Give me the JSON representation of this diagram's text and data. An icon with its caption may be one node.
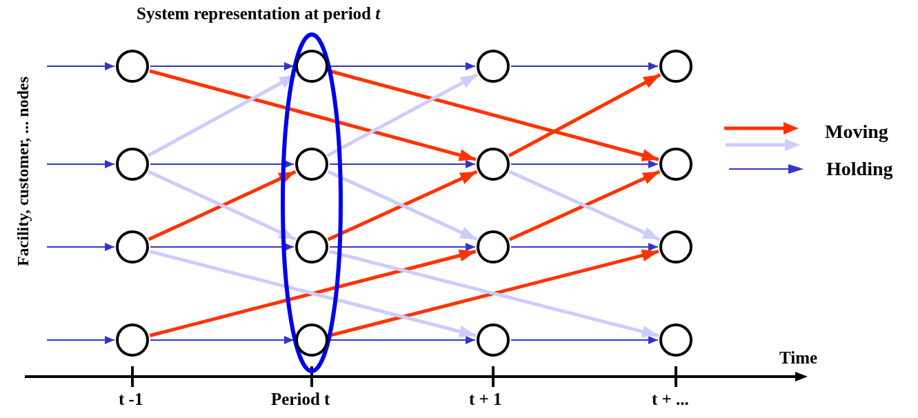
{
  "diagram": {
    "nodes": [
      {
        "text": [
          "System representation at period *t*"
        ]
      },
      {
        "text": [],
        "shape": "circle"
      },
      {
        "text": [],
        "shape": "circle"
      },
      {
        "text": [],
        "shape": "circle"
      },
      {
        "text": [],
        "shape": "circle"
      },
      {
        "text": [],
        "shape": "circle",
        "in": 0
      },
      {
        "text": [],
        "shape": "circle",
        "in": 0
      },
      {
        "text": [],
        "shape": "circle",
        "in": 0
      },
      {
        "text": [],
        "shape": "circle",
        "in": 0
      },
      {
        "text": [],
        "shape": "circle"
      },
      {
        "text": [],
        "shape": "circle"
      },
      {
        "text": [],
        "shape": "circle"
      },
      {
        "text": [],
        "shape": "circle"
      },
      {
        "text": [],
        "shape": "circle"
      },
      {
        "text": [],
        "shape": "circle"
      },
      {
        "text": [],
        "shape": "circle"
      },
      {
        "text": [],
        "shape": "circle"
      }
    ],
    "edges": [
      {
        "from": null,
        "to": 1,
        "arrow": "to"
      },
      {
        "from": null,
        "to": 2,
        "arrow": "to"
      },
      {
        "from": null,
        "to": 3,
        "arrow": "to"
      },
      {
        "from": null,
        "to": 4,
        "arrow": "to"
      },
      {
        "from": 1,
        "to": 5,
        "arrow": "to"
      },
      {
        "from": 2,
        "to": 6,
        "arrow": "to"
      },
      {
        "from": 3,
        "to": 7,
        "arrow": "to"
      },
      {
        "from": 4,
        "to": 8,
        "arrow": "to"
      },
      {
        "from": 5,
        "to": 9,
        "arrow": "to"
      },
      {
        "from": 6,
        "to": 10,
        "arrow": "to"
      },
      {
        "from": 7,
        "to": 11,
        "arrow": "to"
      },
      {
        "from": 8,
        "to": 12,
        "arrow": "to"
      },
      {
        "from": 9,
        "to": 13,
        "arrow": "to"
      },
      {
        "from": 10,
        "to": 14,
        "arrow": "to"
      },
      {
        "from": 11,
        "to": 15,
        "arrow": "to"
      },
      {
        "from": 12,
        "to": 16,
        "arrow": "to"
      },
      {
        "from": 1,
        "to": 10,
        "arrow": "to",
        "style": "thick",
        "color": "#ff3300"
      },
      {
        "from": 3,
        "to": 6,
        "arrow": "to",
        "style": "thick",
        "color": "#ff3300"
      },
      {
        "from": 4,
        "to": 11,
        "arrow": "to",
        "style": "thick",
        "color": "#ff3300"
      },
      {
        "from": 5,
        "to": 14,
        "arrow": "to",
        "style": "thick",
        "color": "#ff3300"
      },
      {
        "from": 7,
        "to": 10,
        "arrow": "to",
        "style": "thick",
        "color": "#ff3300"
      },
      {
        "from": 8,
        "to": 15,
        "arrow": "to",
        "style": "thick",
        "color": "#ff3300"
      },
      {
        "from": 10,
        "to": 13,
        "arrow": "to",
        "style": "thick",
        "color": "#ff3300"
      },
      {
        "from": 11,
        "to": 14,
        "arrow": "to",
        "style": "thick",
        "color": "#ff3300"
      },
      {
        "from": 2,
        "to": 5,
        "arrow": "to",
        "style": "thick",
        "color": "#ccccff"
      },
      {
        "from": 2,
        "to": 7,
        "arrow": "to",
        "style": "thick",
        "color": "#ccccff"
      },
      {
        "from": 3,
        "to": 12,
        "arrow": "to",
        "style": "thick",
        "color": "#ccccff"
      },
      {
        "from": 6,
        "to": 9,
        "arrow": "to",
        "style": "thick",
        "color": "#ccccff"
      },
      {
        "from": 6,
        "to": 11,
        "arrow": "to",
        "style": "thick",
        "color": "#ccccff"
      },
      {
        "from": 7,
        "to": 16,
        "arrow": "to",
        "style": "thick",
        "color": "#ccccff"
      },
      {
        "from": 10,
        "to": 15,
        "arrow": "to",
        "style": "thick",
        "color": "#ccccff"
      }
    ],
    "labels": [
      "Facility, customer, ... nodes",
      "Time",
      "t -1",
      "Period t",
      "t + 1",
      "t + ..."
    ],
    "legend": [
      {
        "text": "Moving"
      },
      {
        "text": "Holding"
      }
    ]
  }
}
